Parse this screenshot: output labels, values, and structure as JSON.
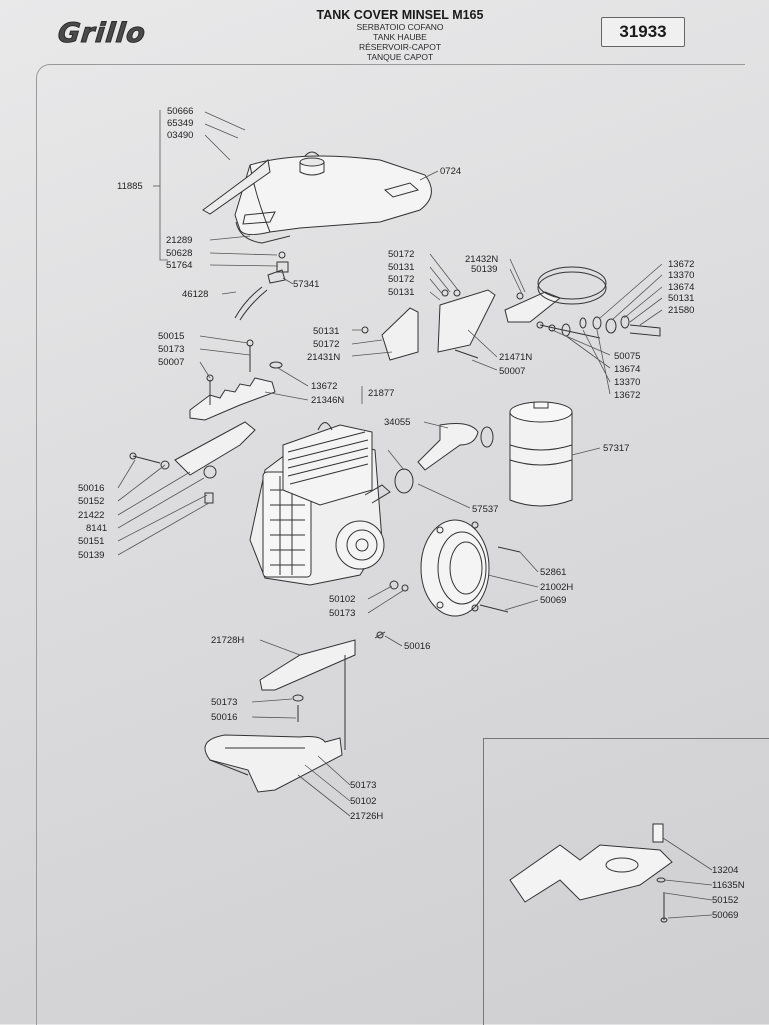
{
  "header": {
    "brand": "Grillo",
    "title": "TANK COVER MINSEL M165",
    "subtitles": [
      "SERBATOIO COFANO",
      "TANK HAUBE",
      "RÉSERVOIR-CAPOT",
      "TANQUE CAPOT"
    ],
    "page_code": "31933"
  },
  "parts": {
    "tank_cover": [
      "50666",
      "65349",
      "03490",
      "11885",
      "0724",
      "21289",
      "50628",
      "51764",
      "57341",
      "46128"
    ],
    "bracket_upper": [
      "50172",
      "50131",
      "50172",
      "50131",
      "21432N",
      "50139",
      "50131",
      "50172",
      "21431N",
      "21471N",
      "50007"
    ],
    "clamp_right": [
      "13672",
      "13370",
      "13674",
      "50131",
      "21580",
      "50075",
      "13674",
      "13370",
      "13672"
    ],
    "left_bracket": [
      "50015",
      "50173",
      "50007",
      "13672",
      "21346N",
      "21877"
    ],
    "engine_left": [
      "50016",
      "50152",
      "21422",
      "8141",
      "50151",
      "50139"
    ],
    "air_filter": [
      "34055",
      "57317",
      "57537"
    ],
    "flange": [
      "52861",
      "21002H",
      "50069",
      "50102",
      "50173"
    ],
    "lower_bracket": [
      "21728H",
      "50016",
      "50173",
      "50016",
      "50173",
      "50102",
      "21726H"
    ],
    "inset": [
      "13204",
      "11635N",
      "50152",
      "50069"
    ]
  }
}
